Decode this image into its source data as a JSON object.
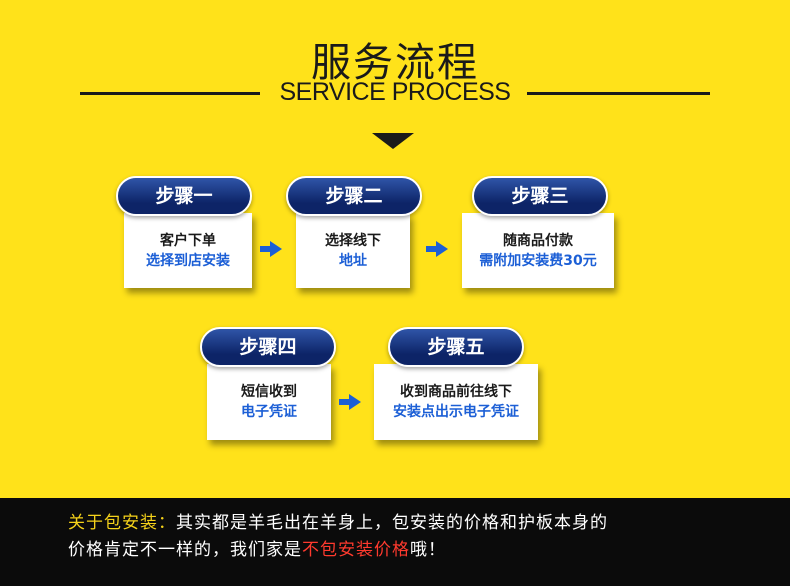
{
  "header": {
    "title": "服务流程",
    "subtitle": "SERVICE PROCESS"
  },
  "steps": [
    {
      "badge": "步骤一",
      "line1": "客户下单",
      "line2": "选择到店安装"
    },
    {
      "badge": "步骤二",
      "line1": "选择线下",
      "line2": "地址"
    },
    {
      "badge": "步骤三",
      "line1": "随商品付款",
      "line2": "需附加安装费30元"
    },
    {
      "badge": "步骤四",
      "line1": "短信收到",
      "line2": "电子凭证"
    },
    {
      "badge": "步骤五",
      "line1": "收到商品前往线下",
      "line2": "安装点出示电子凭证"
    }
  ],
  "footer": {
    "label": "关于包安装：",
    "line1_rest": "其实都是羊毛出在羊身上，包安装的价格和护板本身的",
    "line2_start": "价格肯定不一样的，我们家是",
    "line2_highlight": "不包安装价格",
    "line2_end": "哦！"
  },
  "colors": {
    "background": "#FFE21A",
    "badge": "#0d2467",
    "accent_blue": "#1c5fd6",
    "footer_bg": "#0b0b0b",
    "footer_label": "#f5d21a",
    "footer_highlight": "#ff3a2e"
  }
}
